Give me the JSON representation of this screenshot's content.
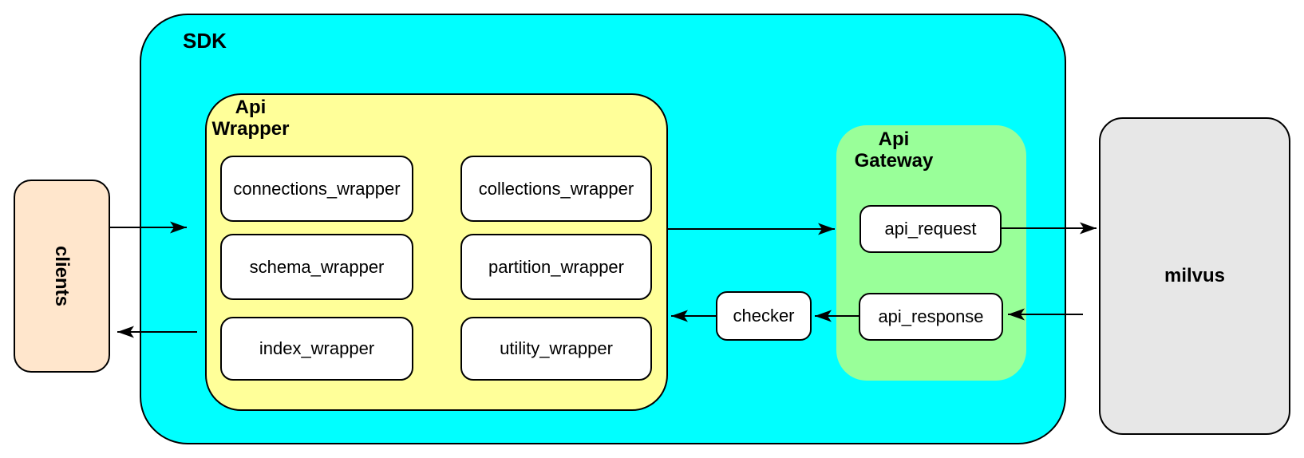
{
  "colors": {
    "sdk": "#00FFFF",
    "wrapper": "#FFFF99",
    "gateway": "#99FF99",
    "clients": "#FFE6CC",
    "milvus": "#E7E7E7",
    "node": "#FFFFFF",
    "border": "#000000"
  },
  "nodes": {
    "sdk": {
      "label": "SDK"
    },
    "api_wrapper": {
      "label": "Api\nWrapper"
    },
    "api_gateway": {
      "label": "Api\nGateway"
    },
    "clients": {
      "label": "clients"
    },
    "milvus": {
      "label": "milvus"
    },
    "checker": {
      "label": "checker"
    },
    "api_request": {
      "label": "api_request"
    },
    "api_response": {
      "label": "api_response"
    },
    "wrappers": [
      {
        "label": "connections_wrapper"
      },
      {
        "label": "collections_wrapper"
      },
      {
        "label": "schema_wrapper"
      },
      {
        "label": "partition_wrapper"
      },
      {
        "label": "index_wrapper"
      },
      {
        "label": "utility_wrapper"
      }
    ]
  },
  "edges": [
    {
      "from": "clients",
      "to": "sdk"
    },
    {
      "from": "sdk",
      "to": "clients"
    },
    {
      "from": "api_wrapper",
      "to": "api_gateway"
    },
    {
      "from": "api_request",
      "to": "milvus"
    },
    {
      "from": "milvus",
      "to": "api_response"
    },
    {
      "from": "api_response",
      "to": "checker"
    },
    {
      "from": "checker",
      "to": "api_wrapper"
    }
  ]
}
